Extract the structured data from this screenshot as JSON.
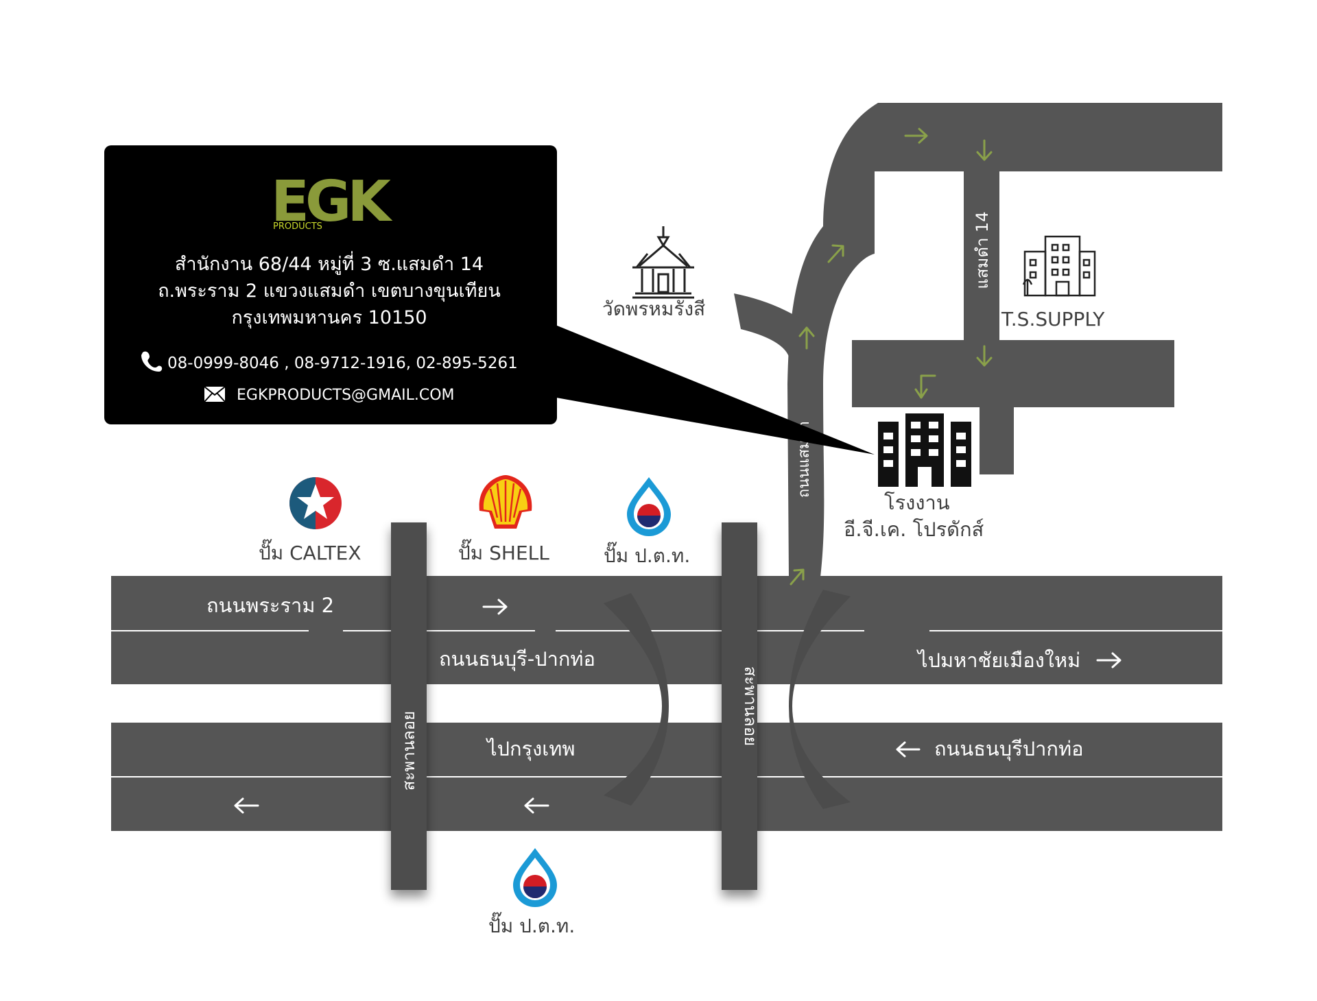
{
  "company": {
    "logo_text": "EGK",
    "logo_subtext": "PRODUCTS",
    "address_lines": [
      "สำนักงาน  68/44 หมู่ที่ 3 ซ.แสมดำ 14",
      "ถ.พระราม 2 แขวงแสมดำ เขตบางขุนเทียน",
      "กรุงเทพมหานคร 10150"
    ],
    "phone": "08-0999-8046 , 08-9712-1916, 02-895-5261",
    "email": "EGKPRODUCTS@GMAIL.COM",
    "logo_color": "#8a9a3a"
  },
  "landmarks": {
    "temple": "วัดพรหมรังสี",
    "ts_supply": "T.S.SUPPLY",
    "factory_line1": "โรงงาน",
    "factory_line2": "อี.จี.เค. โปรดักส์",
    "caltex": "ปั๊ม CALTEX",
    "shell": "ปั๊ม SHELL",
    "ptt_top": "ปั๊ม ป.ต.ท.",
    "ptt_bottom": "ปั๊ม ป.ต.ท."
  },
  "roads": {
    "rama2": "ถนนพระราม 2",
    "thonburi_paktho_1": "ถนนธนบุรี-ปากท่อ",
    "to_mahachai": "ไปมหาชัยเมืองใหม่",
    "to_bangkok": "ไปกรุงเทพ",
    "thonburi_paktho_2": "ถนนธนบุรีปากท่อ",
    "bridge_1": "สะพานลอย",
    "bridge_2": "สะพานลอย",
    "samaedam14": "แสมดำ 14",
    "samaedam_road": "ถนนแสมดำ"
  },
  "colors": {
    "road": "#555555",
    "arrow_green": "#8aa14a",
    "callout_bg": "#000000"
  },
  "icons": [
    "temple-icon",
    "office-building-icon",
    "factory-building-icon",
    "caltex-logo-icon",
    "shell-logo-icon",
    "ptt-logo-icon",
    "phone-icon",
    "email-icon"
  ]
}
